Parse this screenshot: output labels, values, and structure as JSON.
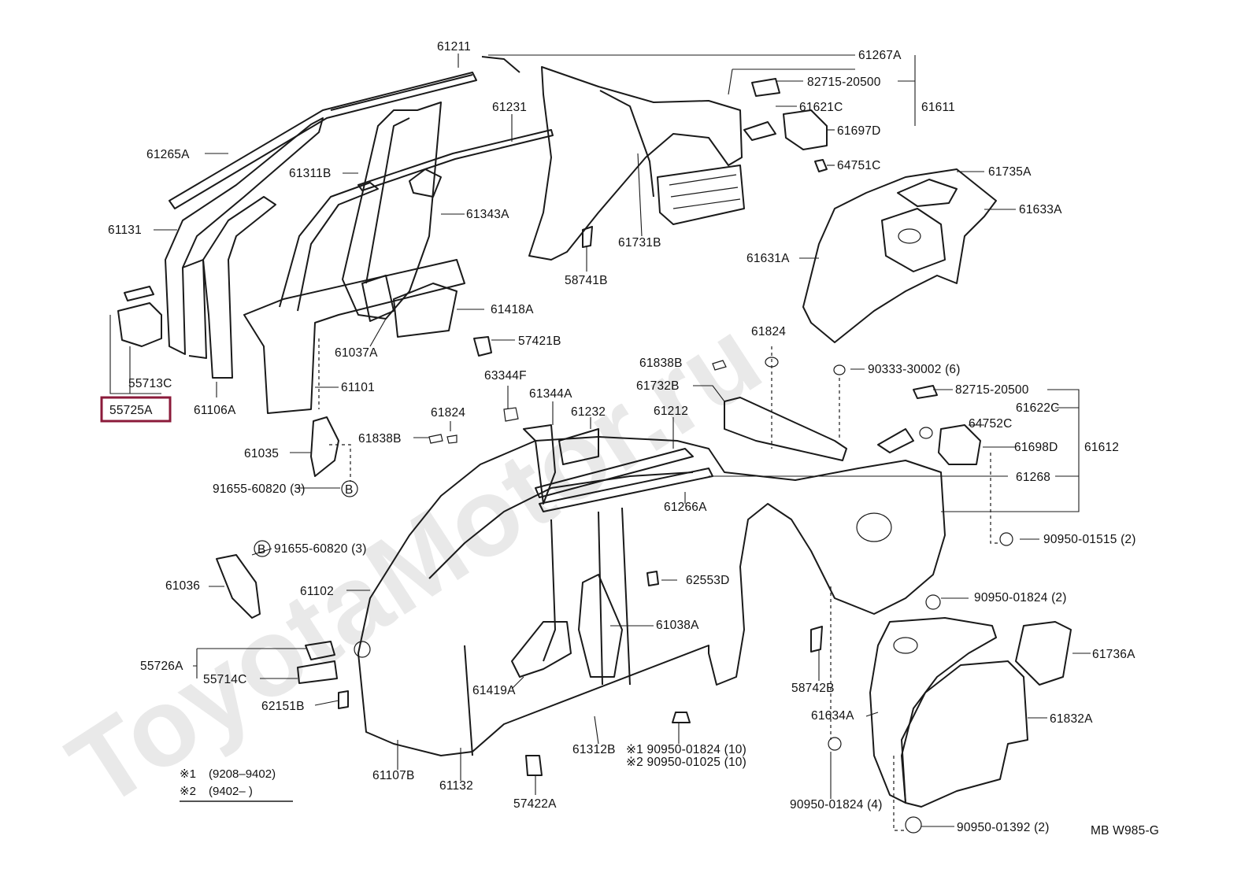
{
  "watermark": "ToyotaMotor.ru",
  "diagram_code": "MB W985-G",
  "highlighted_part": "55725A",
  "notes": [
    {
      "mark": "※1",
      "text": "(9208–9402)"
    },
    {
      "mark": "※2",
      "text": "(9402–        )"
    }
  ],
  "circle_marker": "B",
  "labels": {
    "p61211": "61211",
    "p61267A": "61267A",
    "p82715a": "82715-20500",
    "p61621C": "61621C",
    "p61611": "61611",
    "p61697D": "61697D",
    "p64751C": "64751C",
    "p61265A": "61265A",
    "p61231": "61231",
    "p61311B": "61311B",
    "p61343A": "61343A",
    "p61131": "61131",
    "p61731B": "61731B",
    "p58741B": "58741B",
    "p61735A": "61735A",
    "p61633A": "61633A",
    "p61631A": "61631A",
    "p61418A": "61418A",
    "p57421B": "57421B",
    "p61037A": "61037A",
    "p55713C": "55713C",
    "p55725A": "55725A",
    "p61106A": "61106A",
    "p61101": "61101",
    "p61824a": "61824",
    "p61838Ba": "61838B",
    "p61732B": "61732B",
    "p90333": "90333-30002 (6)",
    "p82715b": "82715-20500",
    "p61622C": "61622C",
    "p64752C": "64752C",
    "p61698D": "61698D",
    "p61612": "61612",
    "p61268": "61268",
    "p63344F": "63344F",
    "p61344A": "61344A",
    "p61824b": "61824",
    "p61232": "61232",
    "p61212": "61212",
    "p61838Bb": "61838B",
    "p61035": "61035",
    "p91655a": "91655-60820 (3)",
    "p61266A": "61266A",
    "p90950_01515": "90950-01515 (2)",
    "p91655b": "91655-60820 (3)",
    "p61036": "61036",
    "p61102": "61102",
    "p62553D": "62553D",
    "p90950_01824a": "90950-01824 (2)",
    "p61038A": "61038A",
    "p61736A": "61736A",
    "p55726A": "55726A",
    "p55714C": "55714C",
    "p61419A": "61419A",
    "p58742B": "58742B",
    "p62151B": "62151B",
    "p61634A": "61634A",
    "p61832A": "61832A",
    "p61312B": "61312B",
    "p90950_01824_10": "※1 90950-01824 (10)",
    "p90950_01025_10": "※2 90950-01025 (10)",
    "p61107B": "61107B",
    "p61132": "61132",
    "p57422A": "57422A",
    "p90950_01824_4": "90950-01824 (4)",
    "p90950_01392": "90950-01392 (2)"
  }
}
